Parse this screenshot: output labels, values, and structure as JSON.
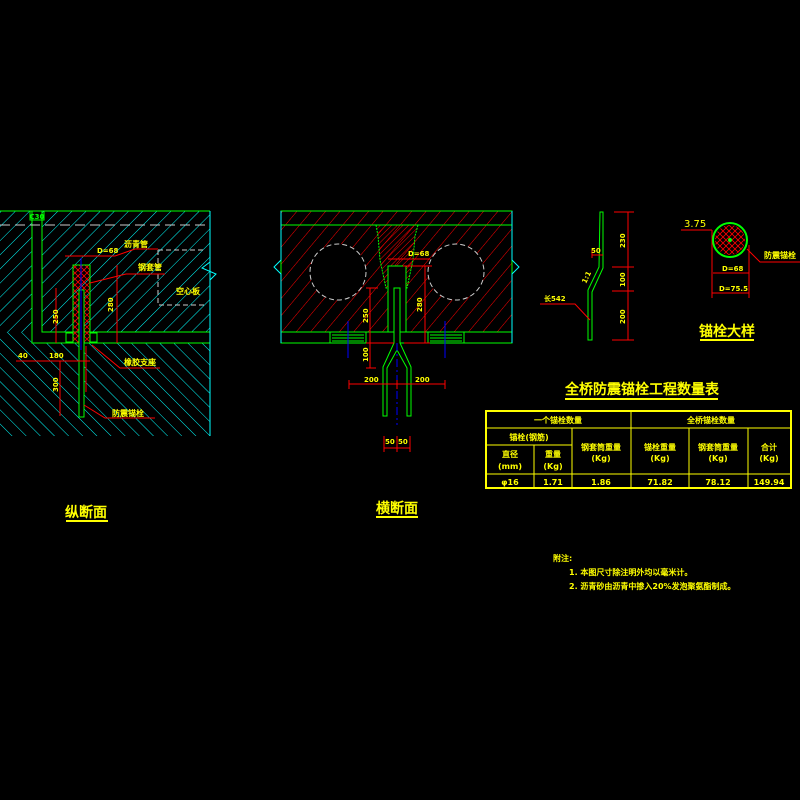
{
  "colors": {
    "background": "#000000",
    "outline": "#00ff00",
    "hatch_cyan": "#00ffff",
    "hatch_red": "#ff0000",
    "text": "#ffff00",
    "centerline": "#0000ff"
  },
  "longitudinal": {
    "title": "纵断面",
    "top_tag": "C30",
    "labels": {
      "asphalt_pipe": "沥青管",
      "steel_sleeve": "钢套管",
      "hollow_slab": "空心板",
      "rubber_bearing": "橡胶支座",
      "anchor_bolt": "防震锚栓"
    },
    "dims": {
      "d": "D=68",
      "h250": "250",
      "h280": "280",
      "w40": "40",
      "w180": "180",
      "h300": "300"
    }
  },
  "transverse": {
    "title": "横断面",
    "dims": {
      "d": "D=68",
      "h280": "280",
      "h250": "250",
      "h100": "100",
      "w200a": "200",
      "w200b": "200",
      "w50a": "50",
      "w50b": "50"
    }
  },
  "detail": {
    "title": "锚栓大样",
    "dims": {
      "h230": "230",
      "h100": "100",
      "h200": "200",
      "w50": "50",
      "slope": "1:1",
      "length": "长542",
      "wall": "3.75",
      "d_inner": "D=68",
      "d_outer": "D=75.5"
    },
    "labels": {
      "anchor_bolt": "防震锚栓"
    }
  },
  "table": {
    "title": "全桥防震锚栓工程数量表",
    "group1": "一个锚栓数量",
    "group2": "全桥锚栓数量",
    "sub_bolt": "锚栓(钢筋)",
    "col_diameter": "直径",
    "col_diameter_unit": "(mm)",
    "col_weight": "重量",
    "col_weight_unit": "(Kg)",
    "col_sleeve": "钢套筒重量",
    "col_sleeve_unit": "(Kg)",
    "col_total_bolt": "锚栓重量",
    "col_total_bolt_unit": "(Kg)",
    "col_total_sleeve": "钢套筒重量",
    "col_total_sleeve_unit": "(Kg)",
    "col_sum": "合计",
    "col_sum_unit": "(Kg)",
    "row": {
      "diameter": "φ16",
      "weight": "1.71",
      "sleeve": "1.86",
      "total_bolt": "71.82",
      "total_sleeve": "78.12",
      "sum": "149.94"
    }
  },
  "notes": {
    "heading": "附注:",
    "items": [
      "1. 本图尺寸除注明外均以毫米计。",
      "2. 沥青砂由沥青中掺入20%发泡聚氨酯制成。"
    ]
  }
}
